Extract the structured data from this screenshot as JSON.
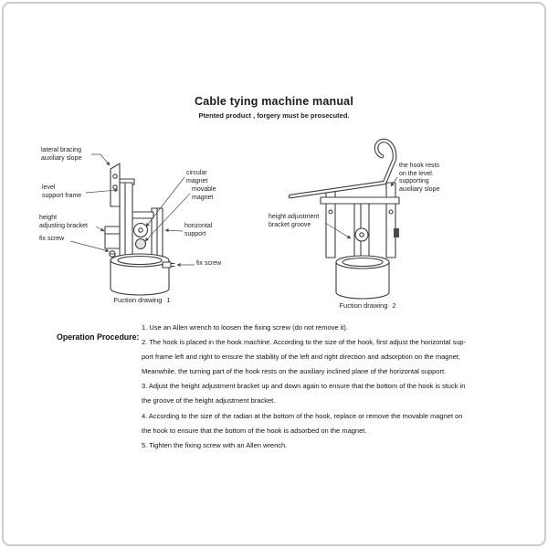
{
  "page": {
    "title": "Cable tying machine manual",
    "subtitle": "Ptented product , forgery must be prosecuted."
  },
  "drawing1": {
    "caption": "Fuction drawing",
    "number": "1",
    "labels": {
      "lateral_bracing": "lateral bracing\nauxiliary slope",
      "level_support_frame": "level\nsupport frame",
      "height_adjusting_bracket": "height\nadjusting bracket",
      "fix_screw_left": "fix screw",
      "circular_magnet": "circular\nmagnet",
      "movable_magnet": "movable\nmagnet",
      "horizontal_support": "horizontal\nsupport",
      "fix_screw_right": "fix screw"
    }
  },
  "drawing2": {
    "caption": "Fuction drawing",
    "number": "2",
    "labels": {
      "hook_rests": "the hook rests\non the level.\nsupporting\nauxiliary slope",
      "height_adjustment_groove": "height adjustment\nbracket groove"
    }
  },
  "procedure": {
    "heading": "Operation Procedure:",
    "steps": [
      "1. Use an Allen wrench to loosen the fixing screw (do not remove it).",
      "2. The hook is placed in the hook machine. According to the size of the hook, first adjust the horizontal sup-\nport frame left and right to ensure the stability of the left and right direction and adsorption on the magnet;\nMeanwhile, the turning part of the hook rests on the auxiliary inclined plane of the horizontal support.",
      "3. Adjust the height adjustment bracket up and down again to ensure that the bottom of the hook is stuck in\nthe groove of the height adjustment bracket.",
      "4. According to the size of the radian at the bottom of the hook, replace or remove the movable magnet on\nthe hook to ensure that the bottom of the hook is adsorbed on the magnet.",
      "5. Tighten the fixing screw with an Allen wrench."
    ]
  },
  "colors": {
    "ink": "#1c1c1c",
    "line_art": "#3c3c3c",
    "leader_line": "#4a4a4a",
    "page_border": "#cccccc",
    "background": "#ffffff"
  }
}
